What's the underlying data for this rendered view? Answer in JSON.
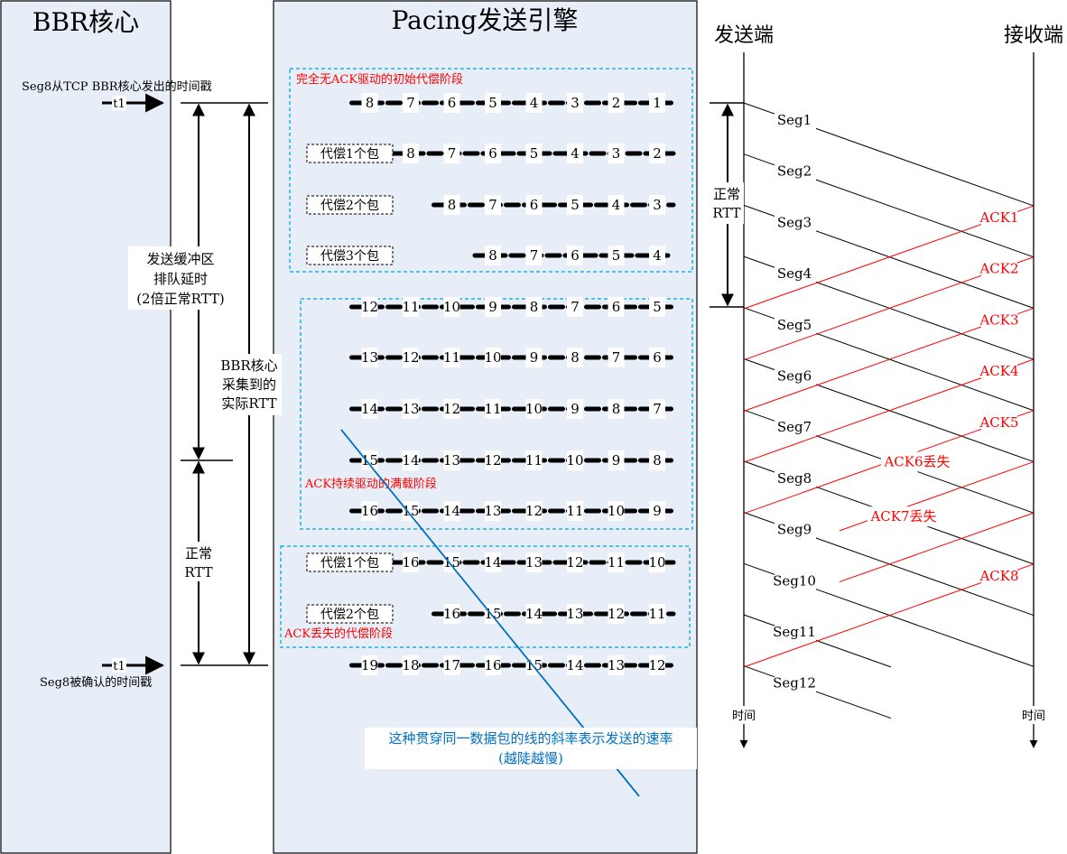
{
  "panels": {
    "bbr_core": {
      "title": "BBR核心"
    },
    "pacing": {
      "title": "Pacing发送引擎"
    },
    "sender": {
      "title": "发送端"
    },
    "receiver": {
      "title": "接收端"
    }
  },
  "bbr_annotations": {
    "t1_top": "t1",
    "t1_bottom": "t1",
    "send_timestamp": "Seg8从TCP BBR核心发出的时间戳",
    "ack_timestamp": "Seg8被确认的时间戳",
    "queue_delay": [
      "发送缓冲区",
      "排队延时",
      "(2倍正常RTT)"
    ],
    "actual_rtt": [
      "BBR核心",
      "采集到的",
      "实际RTT"
    ],
    "normal_rtt": [
      "正常",
      "RTT"
    ]
  },
  "pacing_groups": [
    {
      "label": "完全无ACK驱动的初始代偿阶段",
      "rows": [
        {
          "comp": "",
          "packets": [
            8,
            7,
            6,
            5,
            4,
            3,
            2,
            1
          ]
        },
        {
          "comp": "代偿1个包",
          "packets": [
            8,
            7,
            6,
            5,
            4,
            3,
            2
          ]
        },
        {
          "comp": "代偿2个包",
          "packets": [
            8,
            7,
            6,
            5,
            4,
            3
          ]
        },
        {
          "comp": "代偿3个包",
          "packets": [
            8,
            7,
            6,
            5,
            4
          ]
        }
      ]
    },
    {
      "label": "ACK持续驱动的满载阶段",
      "rows": [
        {
          "comp": "",
          "packets": [
            12,
            11,
            10,
            9,
            8,
            7,
            6,
            5
          ]
        },
        {
          "comp": "",
          "packets": [
            13,
            12,
            11,
            10,
            9,
            8,
            7,
            6
          ]
        },
        {
          "comp": "",
          "packets": [
            14,
            13,
            12,
            11,
            10,
            9,
            8,
            7
          ]
        },
        {
          "comp": "",
          "packets": [
            15,
            14,
            13,
            12,
            11,
            10,
            9,
            8
          ]
        },
        {
          "comp": "",
          "packets": [
            16,
            15,
            14,
            13,
            12,
            11,
            10,
            9
          ]
        }
      ]
    },
    {
      "label": "ACK丢失的代偿阶段",
      "rows": [
        {
          "comp": "代偿1个包",
          "packets": [
            16,
            15,
            14,
            13,
            12,
            11,
            10
          ]
        },
        {
          "comp": "代偿2个包",
          "packets": [
            16,
            15,
            14,
            13,
            12,
            11
          ]
        }
      ]
    }
  ],
  "pacing_final_row": {
    "packets": [
      19,
      18,
      17,
      16,
      15,
      14,
      13,
      12
    ]
  },
  "slope_note": [
    "这种贯穿同一数据包的线的斜率表示发送的速率",
    "(越陡越慢)"
  ],
  "sequence": {
    "segments": [
      "Seg1",
      "Seg2",
      "Seg3",
      "Seg4",
      "Seg5",
      "Seg6",
      "Seg7",
      "Seg8",
      "Seg9",
      "Seg10",
      "Seg11",
      "Seg12"
    ],
    "acks": [
      "ACK1",
      "ACK2",
      "ACK3",
      "ACK4",
      "ACK5",
      "ACK6丢失",
      "ACK7丢失",
      "ACK8"
    ],
    "lost_acks": [
      6,
      7
    ],
    "normal_rtt": [
      "正常",
      "RTT"
    ],
    "time_label_sender": "时间",
    "time_label_receiver": "时间"
  },
  "colors": {
    "panel_fill": "#e8eef8",
    "group_border": "#1ab0e6",
    "phase_label": "#ff0000",
    "ack_line": "#ff0000",
    "slope_line": "#0070c0",
    "slope_text": "#0070c0"
  }
}
